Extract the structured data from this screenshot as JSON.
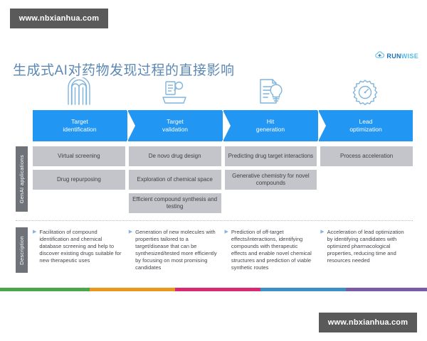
{
  "watermarks": {
    "top": "www.nbxianhua.com",
    "bottom": "www.nbxianhua.com"
  },
  "header": {
    "title": "生成式AI对药物发现过程的直接影响",
    "title_color": "#5b88b5",
    "logo": {
      "icon": "cloud-arrow-icon",
      "text_primary": "RUN",
      "text_secondary": "WISE",
      "color_primary": "#1f6fb5",
      "color_secondary": "#57b9e8"
    }
  },
  "stages": {
    "accent_color": "#2196f3",
    "items": [
      {
        "icon": "fingerprint-icon",
        "line1": "Target",
        "line2": "identification"
      },
      {
        "icon": "clipboard-search-icon",
        "line1": "Target",
        "line2": "validation"
      },
      {
        "icon": "document-lightbulb-icon",
        "line1": "Hit",
        "line2": "generation"
      },
      {
        "icon": "gear-gauge-icon",
        "line1": "Lead",
        "line2": "optimization"
      }
    ]
  },
  "applications": {
    "rail_label": "GenAI applications",
    "card_color": "#c3c5cb",
    "columns": [
      {
        "cards": [
          "Virtual screening",
          "Drug repurposing"
        ]
      },
      {
        "cards": [
          "De novo drug design",
          "Exploration of chemical space",
          "Efficient compound synthesis and testing"
        ]
      },
      {
        "cards": [
          "Predicting drug target interactions",
          "Generative chemistry for novel compounds"
        ]
      },
      {
        "cards": [
          "Process acceleration"
        ]
      }
    ]
  },
  "description": {
    "rail_label": "Description",
    "bullet_glyph": "▶",
    "items": [
      "Facilitation of compound identification and chemical database screening and help to discover existing drugs suitable for new therapeutic uses",
      "Generation of new molecules with properties tailored to a target/disease that can be synthesized/tested more efficiently by focusing on most promising candidates",
      "Prediction of off-target effects/interactions, identifying compounds with therapeutic effects and enable novel chemical structures and prediction of viable synthetic routes",
      "Acceleration of lead optimization by identifying candidates with optimized pharmacological properties, reducing time and resources needed"
    ]
  },
  "color_bar": {
    "segments": [
      {
        "color": "#4aa648",
        "width": 21
      },
      {
        "color": "#e8981f",
        "width": 20
      },
      {
        "color": "#d82a72",
        "width": 20
      },
      {
        "color": "#3d8fc4",
        "width": 20
      },
      {
        "color": "#7a5ba8",
        "width": 19
      }
    ]
  }
}
